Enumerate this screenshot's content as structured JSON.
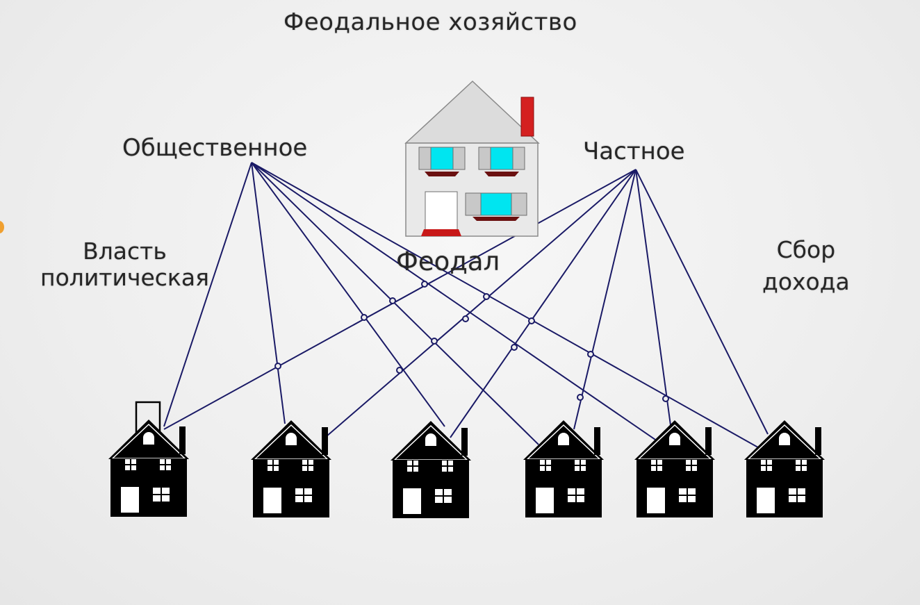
{
  "title": "Феодальное хозяйство",
  "labels": {
    "public": "Общественное",
    "private": "Частное",
    "power_line1": "Власть",
    "power_line2": "политическая",
    "feudal": "Феодал",
    "income_line1": "Сбор",
    "income_line2": "дохода"
  },
  "colors": {
    "line": "#1a1a66",
    "manor_wall": "#e9e9e9",
    "manor_roof": "#dcdcdc",
    "chimney": "#d42020",
    "window_glass": "#00e5f0",
    "sill": "#6a1010",
    "peasant_house": "#000000"
  },
  "icons": {
    "manor": "feudal-manor-house-icon",
    "peasant": "peasant-house-icon"
  },
  "peasant_count": 6
}
